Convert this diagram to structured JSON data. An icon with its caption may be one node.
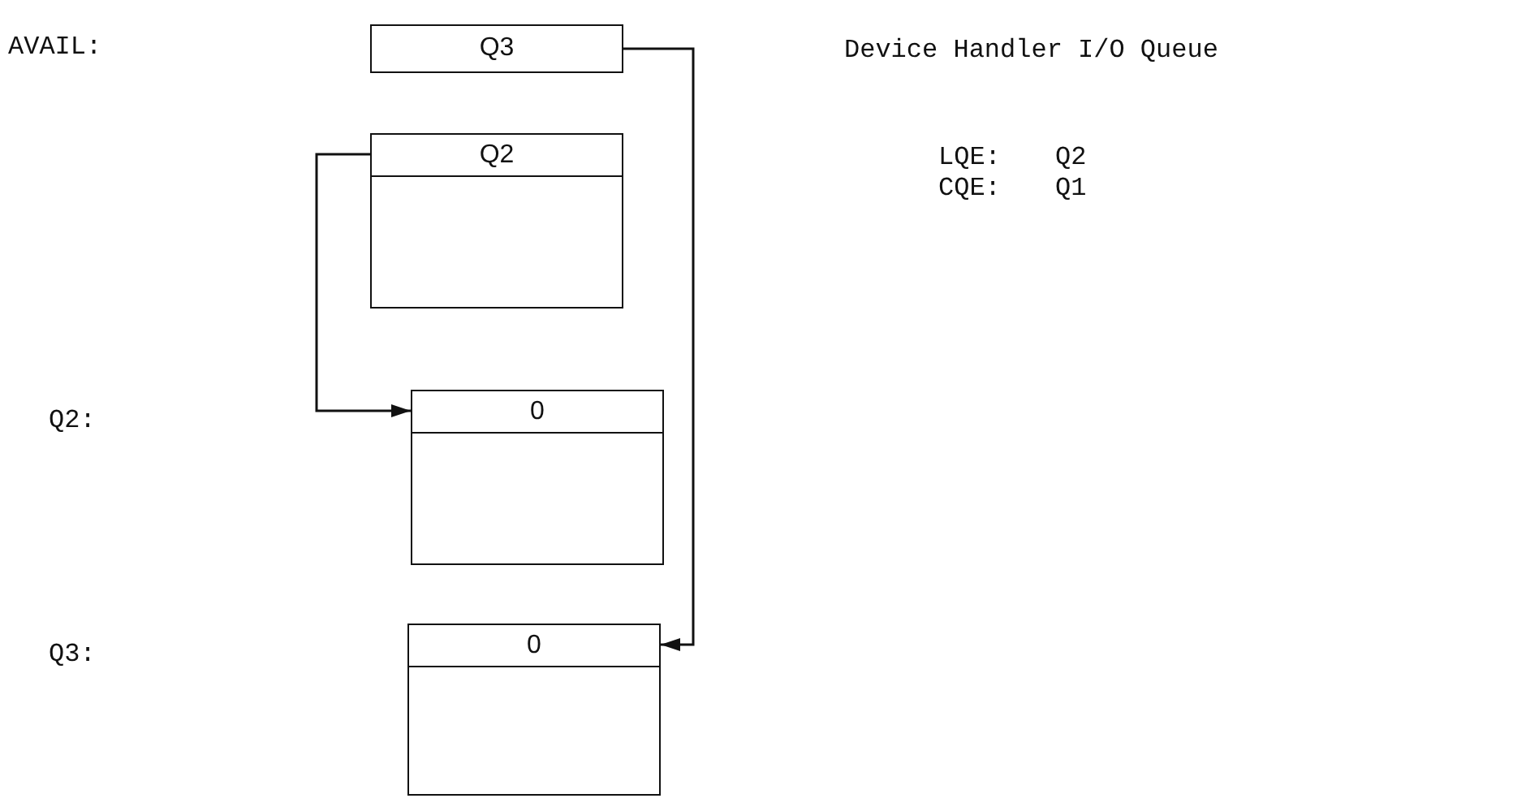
{
  "diagram": {
    "title": "Device Handler I/O Queue",
    "nodes": [
      {
        "text": [
          "Q3"
        ]
      },
      {
        "text": [
          "Q2"
        ]
      },
      {
        "text": [
          "0"
        ]
      },
      {
        "text": [
          "0"
        ]
      }
    ],
    "edges": [
      {
        "from": 1,
        "to": 2,
        "arrow": "to"
      },
      {
        "from": 0,
        "to": 3,
        "arrow": "to"
      }
    ],
    "labels": [
      "AVAIL:",
      "LQE:",
      "Q2",
      "CQE:",
      "Q1",
      "Q2:",
      "Q3:"
    ]
  }
}
